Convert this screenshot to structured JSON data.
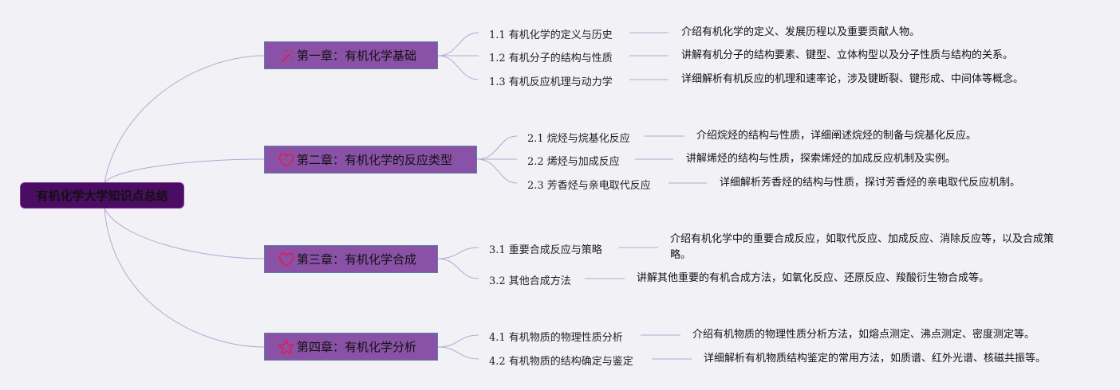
{
  "root": {
    "label": "有机化学大学知识点总结"
  },
  "chapters": [
    {
      "label": "第一章：有机化学基础",
      "icon": "magic-wand-icon",
      "sections": [
        {
          "label": "1.1 有机化学的定义与历史",
          "desc": "介绍有机化学的定义、发展历程以及重要贡献人物。"
        },
        {
          "label": "1.2 有机分子的结构与性质",
          "desc": "讲解有机分子的结构要素、键型、立体构型以及分子性质与结构的关系。"
        },
        {
          "label": "1.3 有机反应机理与动力学",
          "desc": "详细解析有机反应的机理和速率论，涉及键断裂、键形成、中间体等概念。"
        }
      ]
    },
    {
      "label": "第二章：有机化学的反应类型",
      "icon": "heart-icon",
      "sections": [
        {
          "label": "2.1 烷烃与烷基化反应",
          "desc": "介绍烷烃的结构与性质，详细阐述烷烃的制备与烷基化反应。"
        },
        {
          "label": "2.2 烯烃与加成反应",
          "desc": "讲解烯烃的结构与性质，探索烯烃的加成反应机制及实例。"
        },
        {
          "label": "2.3 芳香烃与亲电取代反应",
          "desc": "详细解析芳香烃的结构与性质，探讨芳香烃的亲电取代反应机制。"
        }
      ]
    },
    {
      "label": "第三章：有机化学合成",
      "icon": "heart-icon",
      "sections": [
        {
          "label": "3.1 重要合成反应与策略",
          "desc": "介绍有机化学中的重要合成反应，如取代反应、加成反应、消除反应等，以及合成策略。"
        },
        {
          "label": "3.2 其他合成方法",
          "desc": "讲解其他重要的有机合成方法，如氧化反应、还原反应、羧酸衍生物合成等。"
        }
      ]
    },
    {
      "label": "第四章：有机化学分析",
      "icon": "star-icon",
      "sections": [
        {
          "label": "4.1 有机物质的物理性质分析",
          "desc": "介绍有机物质的物理性质分析方法，如熔点测定、沸点测定、密度测定等。"
        },
        {
          "label": "4.2 有机物质的结构确定与鉴定",
          "desc": "详细解析有机物质结构鉴定的常用方法，如质谱、红外光谱、核磁共振等。"
        }
      ]
    }
  ],
  "colors": {
    "background": "#f2f1f5",
    "root_fill": "#4b0c63",
    "chapter_fill": "#8a52a7",
    "chapter_border": "#5b7fa0",
    "link": "#b8a6d4",
    "icon": "#d4245a"
  }
}
